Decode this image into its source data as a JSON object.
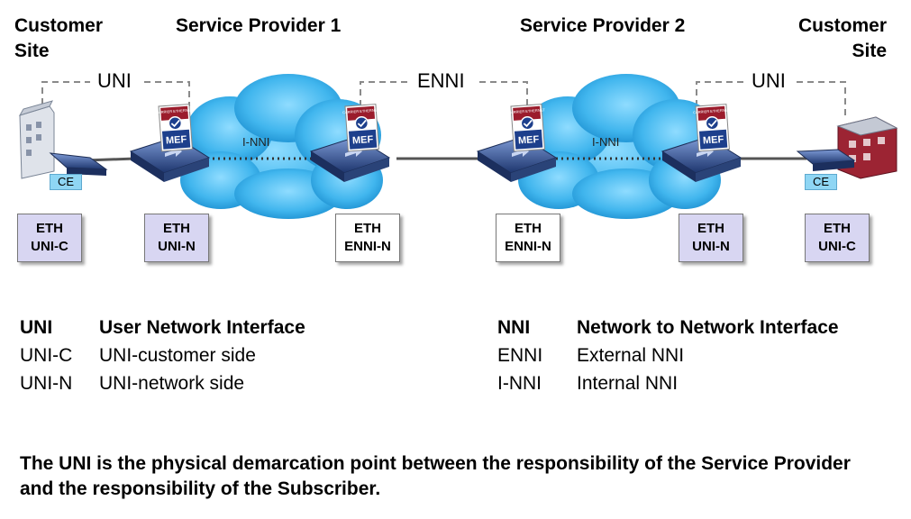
{
  "headers": {
    "customer_left": "Customer Site",
    "sp1": "Service Provider 1",
    "sp2": "Service Provider 2",
    "customer_right": "Customer Site"
  },
  "interfaces": {
    "uni_left": "UNI",
    "enni": "ENNI",
    "uni_right": "UNI",
    "inni_1": "I-NNI",
    "inni_2": "I-NNI"
  },
  "ce_labels": {
    "left": "CE",
    "right": "CE"
  },
  "badge_text": {
    "top": "CARRIER ETHERNET",
    "brand": "MEF"
  },
  "boxes": [
    {
      "line1": "ETH",
      "line2": "UNI-C"
    },
    {
      "line1": "ETH",
      "line2": "UNI-N"
    },
    {
      "line1": "ETH",
      "line2": "ENNI-N"
    },
    {
      "line1": "ETH",
      "line2": "ENNI-N"
    },
    {
      "line1": "ETH",
      "line2": "UNI-N"
    },
    {
      "line1": "ETH",
      "line2": "UNI-C"
    }
  ],
  "legend_left": [
    {
      "term": "UNI",
      "desc": "User Network Interface",
      "bold": true
    },
    {
      "term": "UNI-C",
      "desc": "UNI-customer side",
      "bold": false
    },
    {
      "term": "UNI-N",
      "desc": "UNI-network side",
      "bold": false
    }
  ],
  "legend_right": [
    {
      "term": "NNI",
      "desc": "Network to Network Interface",
      "bold": true
    },
    {
      "term": "ENNI",
      "desc": "External NNI",
      "bold": false
    },
    {
      "term": "I-NNI",
      "desc": "Internal NNI",
      "bold": false
    }
  ],
  "footer": "The UNI is the physical demarcation point between the responsibility of the Service Provider and the responsibility of the Subscriber.",
  "colors": {
    "cloud": "#41b6ee",
    "box_lavender": "#d8d6f2",
    "ce_box": "#8fd6f4",
    "badge_red": "#9b1c2c",
    "badge_blue": "#1d3f8c",
    "device": "#2d4a8a"
  }
}
